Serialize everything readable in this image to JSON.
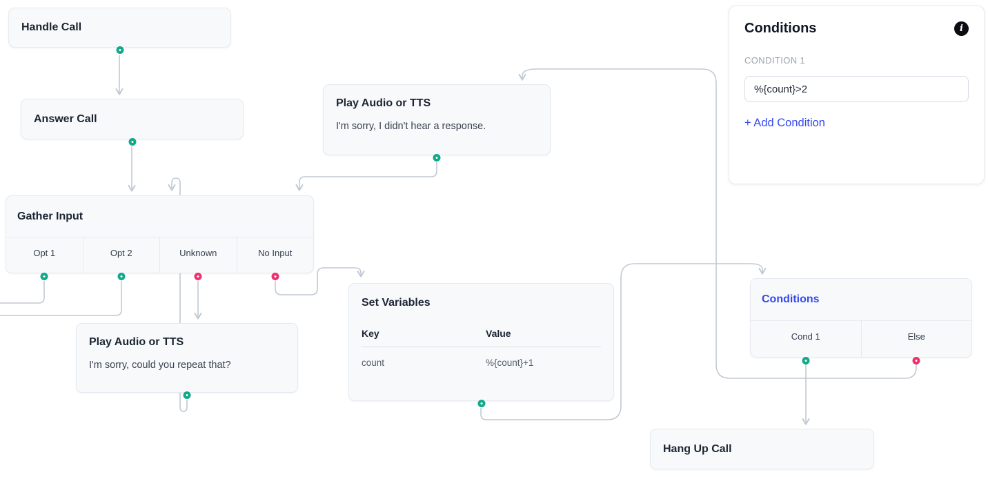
{
  "colors": {
    "port_success": "#12a88b",
    "port_error": "#f0306c",
    "selected_blue": "#3549ec",
    "edge": "#c2c9d4",
    "node_bg": "#f7f9fb"
  },
  "nodes": {
    "handle_call": {
      "title": "Handle Call"
    },
    "answer_call": {
      "title": "Answer Call"
    },
    "play_audio_top": {
      "title": "Play Audio or TTS",
      "body": "I'm sorry, I didn't hear a response."
    },
    "gather_input": {
      "title": "Gather Input",
      "options": [
        {
          "label": "Opt 1",
          "type": "success"
        },
        {
          "label": "Opt 2",
          "type": "success"
        },
        {
          "label": "Unknown",
          "type": "error"
        },
        {
          "label": "No Input",
          "type": "error"
        }
      ]
    },
    "play_audio_bottom": {
      "title": "Play Audio or TTS",
      "body": "I'm sorry, could you repeat that?"
    },
    "set_variables": {
      "title": "Set Variables",
      "columns": [
        "Key",
        "Value"
      ],
      "rows": [
        [
          "count",
          "%{count}+1"
        ]
      ]
    },
    "conditions": {
      "title": "Conditions",
      "options": [
        {
          "label": "Cond 1",
          "type": "success"
        },
        {
          "label": "Else",
          "type": "error"
        }
      ]
    },
    "hang_up": {
      "title": "Hang Up Call"
    }
  },
  "panel": {
    "title": "Conditions",
    "info_icon": "i",
    "section_label": "CONDITION 1",
    "condition_value": "%{count}>2",
    "add_condition_label": "+ Add Condition"
  }
}
